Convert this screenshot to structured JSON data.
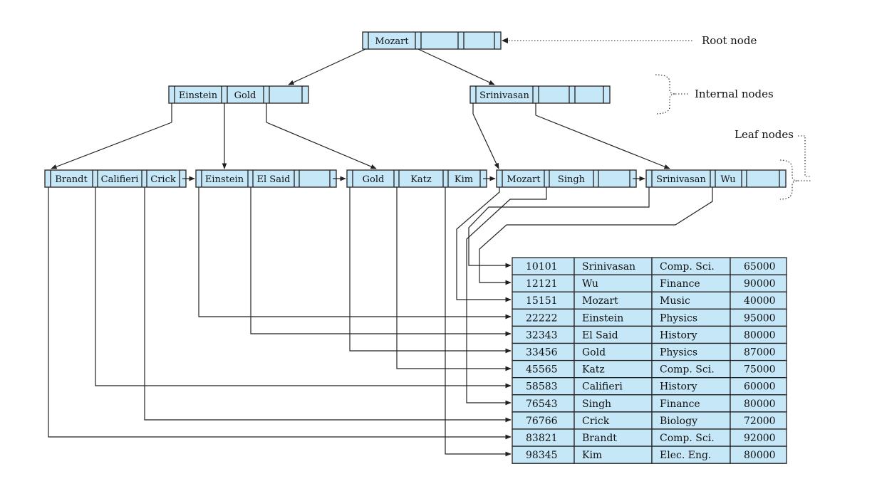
{
  "annotations": {
    "root": "Root node",
    "internal": "Internal nodes",
    "leaf": "Leaf nodes"
  },
  "root_node": {
    "keys": [
      "Mozart",
      "",
      ""
    ]
  },
  "internal_nodes": [
    {
      "keys": [
        "Einstein",
        "Gold",
        ""
      ]
    },
    {
      "keys": [
        "Srinivasan",
        "",
        ""
      ]
    }
  ],
  "leaf_nodes": [
    {
      "keys": [
        "Brandt",
        "Califieri",
        "Crick"
      ]
    },
    {
      "keys": [
        "Einstein",
        "El Said",
        ""
      ]
    },
    {
      "keys": [
        "Gold",
        "Katz",
        "Kim"
      ]
    },
    {
      "keys": [
        "Mozart",
        "Singh",
        ""
      ]
    },
    {
      "keys": [
        "Srinivasan",
        "Wu",
        ""
      ]
    }
  ],
  "table": {
    "rows": [
      [
        "10101",
        "Srinivasan",
        "Comp. Sci.",
        "65000"
      ],
      [
        "12121",
        "Wu",
        "Finance",
        "90000"
      ],
      [
        "15151",
        "Mozart",
        "Music",
        "40000"
      ],
      [
        "22222",
        "Einstein",
        "Physics",
        "95000"
      ],
      [
        "32343",
        "El Said",
        "History",
        "80000"
      ],
      [
        "33456",
        "Gold",
        "Physics",
        "87000"
      ],
      [
        "45565",
        "Katz",
        "Comp. Sci.",
        "75000"
      ],
      [
        "58583",
        "Califieri",
        "History",
        "60000"
      ],
      [
        "76543",
        "Singh",
        "Finance",
        "80000"
      ],
      [
        "76766",
        "Crick",
        "Biology",
        "72000"
      ],
      [
        "83821",
        "Brandt",
        "Comp. Sci.",
        "92000"
      ],
      [
        "98345",
        "Kim",
        "Elec. Eng.",
        "80000"
      ]
    ]
  }
}
